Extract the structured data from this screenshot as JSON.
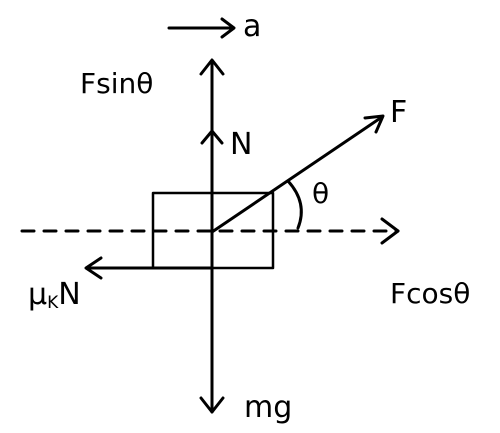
{
  "diagram": {
    "labels": {
      "acceleration": "a",
      "vertical_component": "Fsinθ",
      "normal": "N",
      "applied_force": "F",
      "angle": "θ",
      "horizontal_component": "Fcosθ",
      "friction_mu": "μ",
      "friction_sub": "K",
      "friction_n": "N",
      "weight": "mg"
    },
    "colors": {
      "stroke": "#000000",
      "text": "#000000",
      "background": "#ffffff"
    }
  }
}
